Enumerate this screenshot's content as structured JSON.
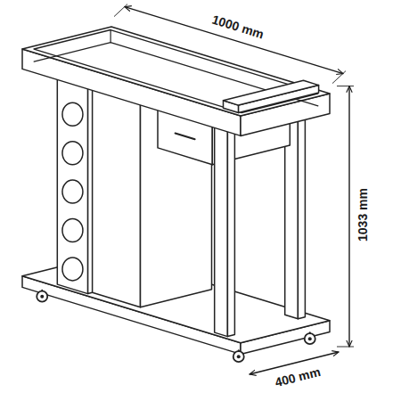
{
  "diagram": {
    "labels": [
      "1000 mm",
      "1033 mm",
      "400 mm"
    ]
  }
}
